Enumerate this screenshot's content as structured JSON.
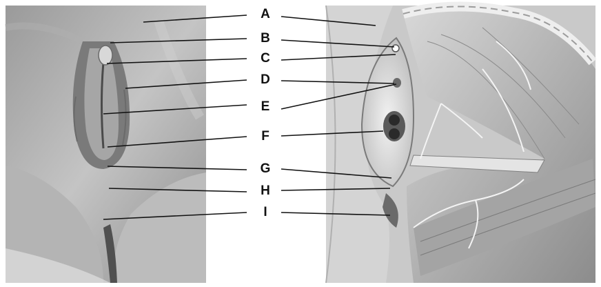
{
  "labels": [
    "A",
    "B",
    "C",
    "D",
    "E",
    "F",
    "G",
    "H",
    "I"
  ],
  "colors": {
    "line": "#111111",
    "label": "#111111"
  }
}
